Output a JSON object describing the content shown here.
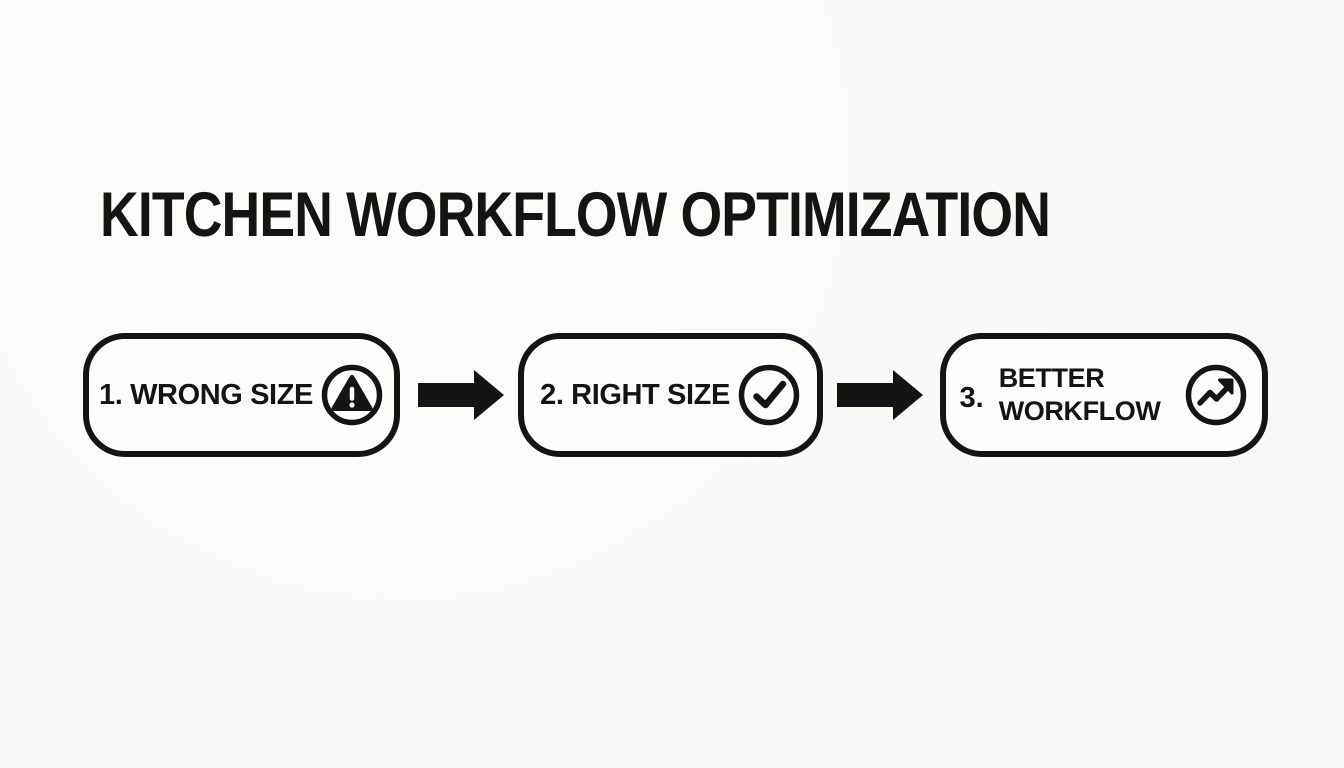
{
  "title": "KITCHEN WORKFLOW OPTIMIZATION",
  "steps": [
    {
      "number": "1.",
      "label": "WRONG SIZE",
      "icon": "warning-icon"
    },
    {
      "number": "2.",
      "label": "RIGHT SIZE",
      "icon": "check-circle-icon"
    },
    {
      "number": "3.",
      "label_line1": "BETTER",
      "label_line2": "WORKFLOW",
      "icon": "trending-up-icon"
    }
  ],
  "colors": {
    "background": "#fafaf8",
    "ink": "#141414",
    "box_fill": "#fdfdfc"
  }
}
